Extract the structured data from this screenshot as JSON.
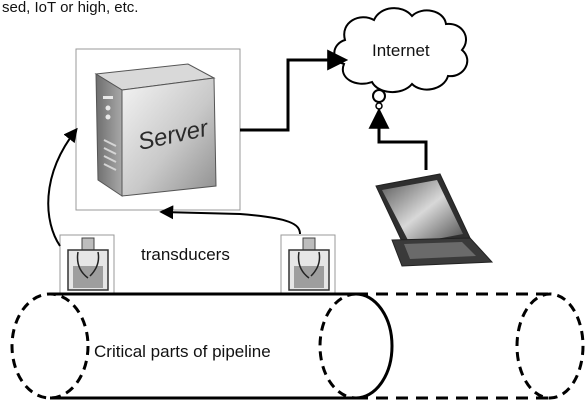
{
  "labels": {
    "top_caption": "sed, IoT or high, etc.",
    "internet": "Internet",
    "server": "Server",
    "transducers": "transducers",
    "pipeline": "Critical parts of pipeline"
  },
  "colors": {
    "line": "#000000",
    "cloud_fill": "#ffffff",
    "server_light": "#eeeeee",
    "server_dark": "#8a8a8a",
    "laptop_body": "#3a3a3a",
    "background": "#ffffff"
  },
  "icons": {
    "server": "server-tower-icon",
    "cloud": "cloud-icon",
    "laptop": "laptop-icon",
    "transducer": "transducer-sensor-icon"
  }
}
